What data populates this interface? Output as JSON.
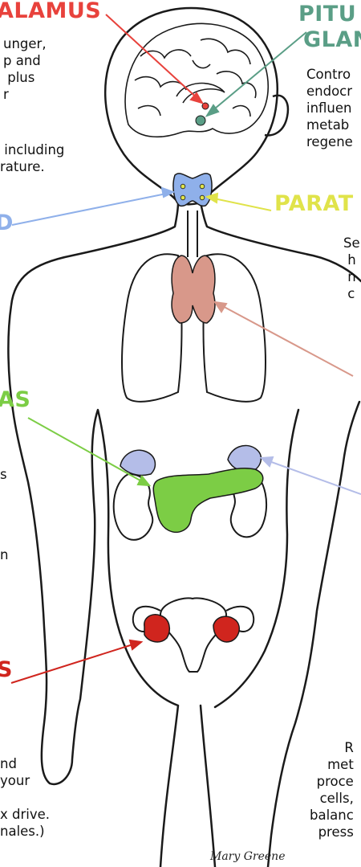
{
  "colors": {
    "outline": "#1a1a1a",
    "hypothalamus": "#e8423c",
    "pituitary": "#5a9e86",
    "thyroid": "#8fb0ea",
    "parathyroid": "#e0e34a",
    "thymus": "#d8988a",
    "pancreas": "#7ccd45",
    "adrenal": "#b4bde8",
    "ovaries": "#d0251e"
  },
  "labels": {
    "hypothalamus": "ALAMUS",
    "pituitary_line1": "PITU",
    "pituitary_line2": "GLAN",
    "parathyroid": "PARAT",
    "pancreas": "AS",
    "ovaries": "S",
    "thyroid": "D"
  },
  "text_left": {
    "hypothalamus": "unger,\np and\n plus\nr",
    "temperature": " including\nrature.",
    "pancreas_s": "s",
    "pancreas_n": "n",
    "ovaries": "nd\nyour\n\nx drive.\nnales.)"
  },
  "text_right": {
    "pituitary": "Contro\nendocr\ninfluen\nmetab\nregene",
    "parathyroid": "Se\n h\n n\n c",
    "adrenal": "R\nmet\nproce\ncells,\nbalanc\npress"
  },
  "signature": "Mary Greene"
}
